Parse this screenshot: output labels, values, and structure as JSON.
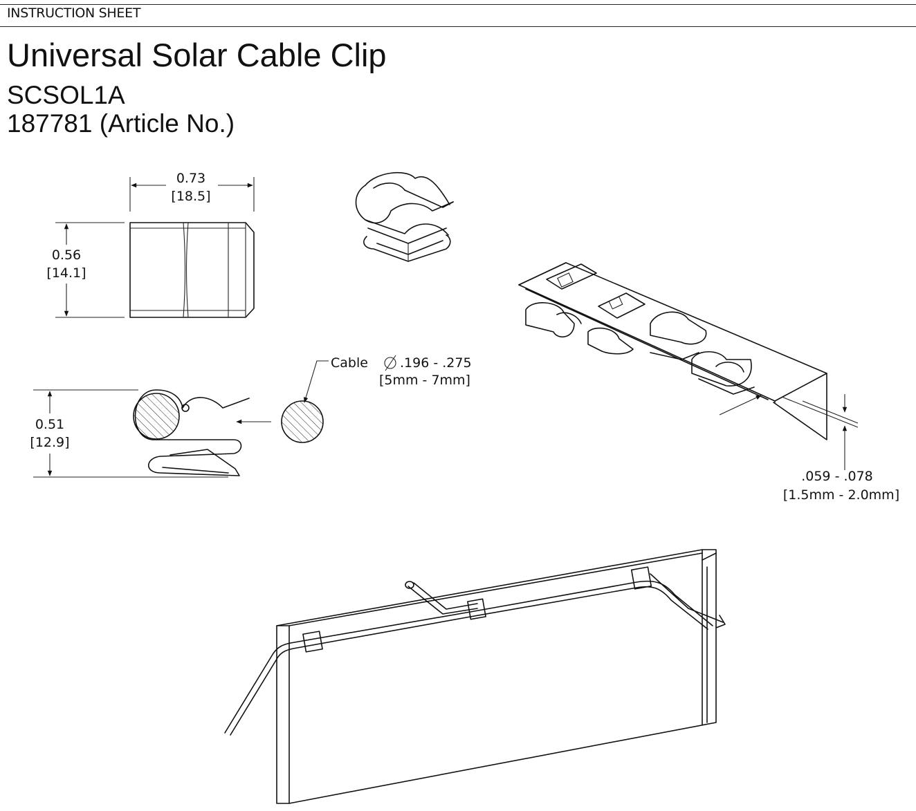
{
  "header": {
    "sheet_label": "INSTRUCTION SHEET",
    "title": "Universal Solar Cable Clip",
    "model": "SCSOL1A",
    "article": "187781 (Article No.)"
  },
  "dimensions": {
    "width_in": "0.73",
    "width_mm": "[18.5]",
    "height_in": "0.56",
    "height_mm": "[14.1]",
    "depth_in": "0.51",
    "depth_mm": "[12.9]",
    "cable_label": "Cable",
    "cable_in": ".196 - .275",
    "cable_mm": "[5mm - 7mm]",
    "edge_in": ".059 - .078",
    "edge_mm": "[1.5mm - 2.0mm]"
  }
}
